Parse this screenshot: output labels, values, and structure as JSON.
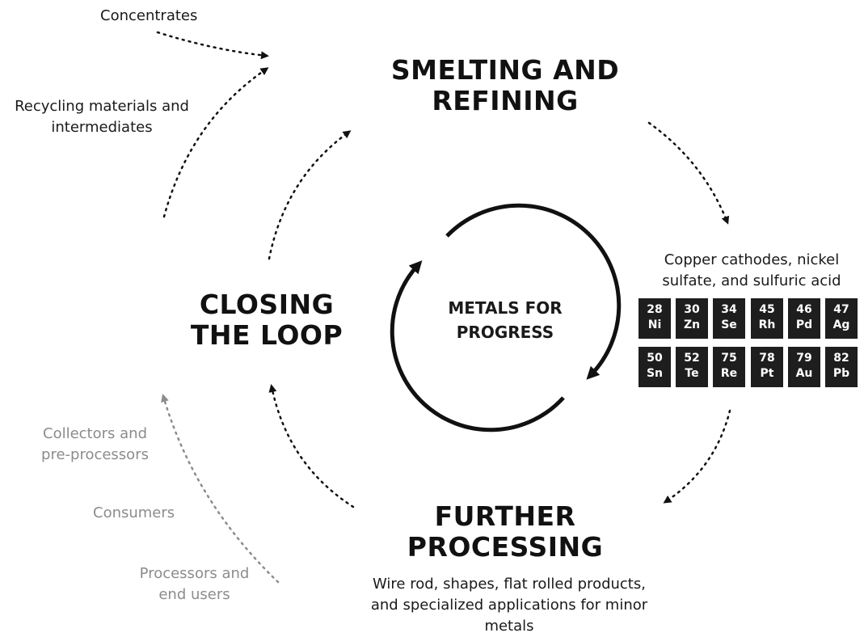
{
  "stages": {
    "smelting": [
      "SMELTING AND",
      "REFINING"
    ],
    "further": [
      "FURTHER",
      "PROCESSING"
    ],
    "closing": [
      "CLOSING",
      "THE LOOP"
    ]
  },
  "center": [
    "METALS FOR",
    "PROGRESS"
  ],
  "inputs": {
    "concentrates": "Concentrates",
    "recycling": [
      "Recycling materials and",
      "intermediates"
    ]
  },
  "outputs": {
    "smelting": [
      "Copper cathodes, nickel",
      "sulfate, and sulfuric acid"
    ],
    "further": [
      "Wire rod, shapes, flat rolled products,",
      "and specialized applications for minor",
      "metals"
    ]
  },
  "loop_sources": {
    "collectors": [
      "Collectors and",
      "pre-processors"
    ],
    "consumers": "Consumers",
    "processors": [
      "Processors and",
      "end users"
    ]
  },
  "elements": [
    {
      "number": "28",
      "symbol": "Ni"
    },
    {
      "number": "30",
      "symbol": "Zn"
    },
    {
      "number": "34",
      "symbol": "Se"
    },
    {
      "number": "45",
      "symbol": "Rh"
    },
    {
      "number": "46",
      "symbol": "Pd"
    },
    {
      "number": "47",
      "symbol": "Ag"
    },
    {
      "number": "50",
      "symbol": "Sn"
    },
    {
      "number": "52",
      "symbol": "Te"
    },
    {
      "number": "75",
      "symbol": "Re"
    },
    {
      "number": "78",
      "symbol": "Pt"
    },
    {
      "number": "79",
      "symbol": "Au"
    },
    {
      "number": "82",
      "symbol": "Pb"
    }
  ],
  "colors": {
    "ink": "#111111",
    "tile": "#1e1e1e",
    "muted": "#8c8c8c",
    "background": "#ffffff"
  }
}
